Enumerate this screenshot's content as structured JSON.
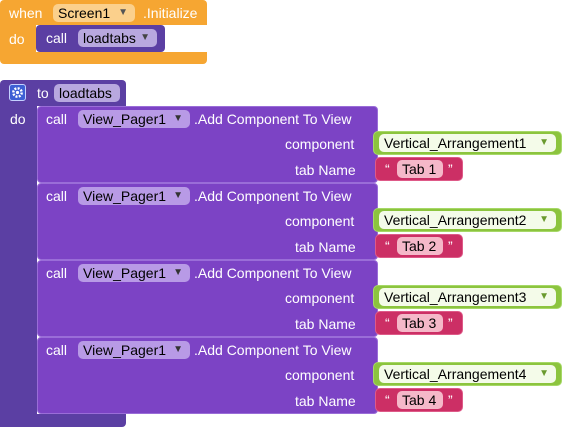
{
  "event": {
    "when": "when",
    "component": "Screen1",
    "event_name": ".Initialize",
    "do": "do",
    "call": "call",
    "procedure": "loadtabs"
  },
  "procedure": {
    "to": "to",
    "name": "loadtabs",
    "do": "do",
    "icon": "gear-icon"
  },
  "calls": [
    {
      "call": "call",
      "component": "View_Pager1",
      "method": ".Add Component To View",
      "component_label": "component",
      "component_value": "Vertical_Arrangement1",
      "tab_label": "tab Name",
      "tab_value": "Tab 1",
      "quote_open": "“",
      "quote_close": "”"
    },
    {
      "call": "call",
      "component": "View_Pager1",
      "method": ".Add Component To View",
      "component_label": "component",
      "component_value": "Vertical_Arrangement2",
      "tab_label": "tab Name",
      "tab_value": "Tab 2",
      "quote_open": "“",
      "quote_close": "”"
    },
    {
      "call": "call",
      "component": "View_Pager1",
      "method": ".Add Component To View",
      "component_label": "component",
      "component_value": "Vertical_Arrangement3",
      "tab_label": "tab Name",
      "tab_value": "Tab 3",
      "quote_open": "“",
      "quote_close": "”"
    },
    {
      "call": "call",
      "component": "View_Pager1",
      "method": ".Add Component To View",
      "component_label": "component",
      "component_value": "Vertical_Arrangement4",
      "tab_label": "tab Name",
      "tab_value": "Tab 4",
      "quote_open": "“",
      "quote_close": "”"
    }
  ],
  "colors": {
    "event": "#f6a632",
    "procedure": "#5b3fa3",
    "component_block": "#7c43c5",
    "green": "#8cc43e",
    "text_block": "#cc2f65"
  }
}
